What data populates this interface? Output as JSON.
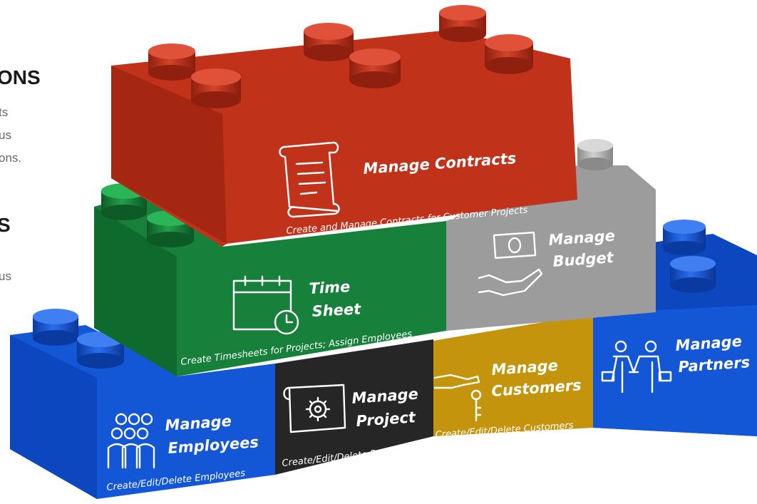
{
  "side_text": {
    "heading1": "ONS",
    "lines1": [
      "ts",
      "us",
      "ons."
    ],
    "heading2": "S",
    "lines2": [
      "us"
    ]
  },
  "blocks": {
    "contracts": {
      "title": "Manage Contracts",
      "subtitle": "Create  and Manage Contracts for Customer Projects",
      "color": "#c1321b",
      "icon": "scroll-icon"
    },
    "budget": {
      "title_line1": "Manage",
      "title_line2": "Budget",
      "color": "#9c9c9c",
      "icon": "money-hand-icon"
    },
    "timesheet": {
      "title_line1": "Time",
      "title_line2": "Sheet",
      "subtitle": "Create Timesheets for Projects; Assign Employees",
      "color": "#17803a",
      "icon": "calendar-clock-icon"
    },
    "employees": {
      "title_line1": "Manage",
      "title_line2": "Employees",
      "subtitle": "Create/Edit/Delete Employees",
      "color": "#1457d6",
      "icon": "people-group-icon"
    },
    "project": {
      "title_line1": "Manage",
      "title_line2": "Project",
      "subtitle": "Create/Edit/Delete Projects",
      "color": "#262626",
      "icon": "blueprint-gear-icon"
    },
    "customers": {
      "title_line1": "Manage",
      "title_line2": "Customers",
      "subtitle": "Create/Edit/Delete Customers",
      "color": "#c4950c",
      "icon": "hand-key-icon"
    },
    "partners": {
      "title_line1": "Manage",
      "title_line2": "Partners",
      "color": "#1457d6",
      "icon": "handshake-icon"
    }
  }
}
